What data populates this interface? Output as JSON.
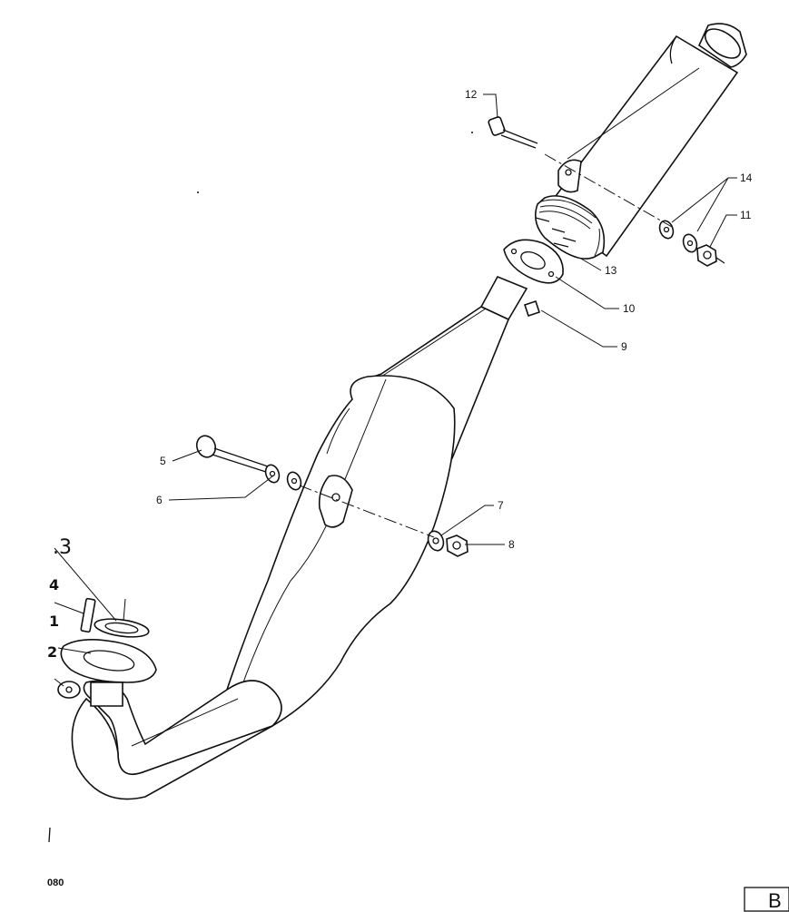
{
  "diagram": {
    "callouts": [
      {
        "id": "12",
        "label": "12"
      },
      {
        "id": "14",
        "label": "14"
      },
      {
        "id": "11",
        "label": "11"
      },
      {
        "id": "13",
        "label": "13"
      },
      {
        "id": "10",
        "label": "10"
      },
      {
        "id": "9",
        "label": "9"
      },
      {
        "id": "5",
        "label": "5"
      },
      {
        "id": "6",
        "label": "6"
      },
      {
        "id": "7",
        "label": "7"
      },
      {
        "id": "8",
        "label": "8"
      }
    ],
    "handwritten": {
      "n3": ".3",
      "n4": "4",
      "n1": "1",
      "n2": "2"
    },
    "footer": {
      "code": "080",
      "box_label": "B"
    }
  }
}
